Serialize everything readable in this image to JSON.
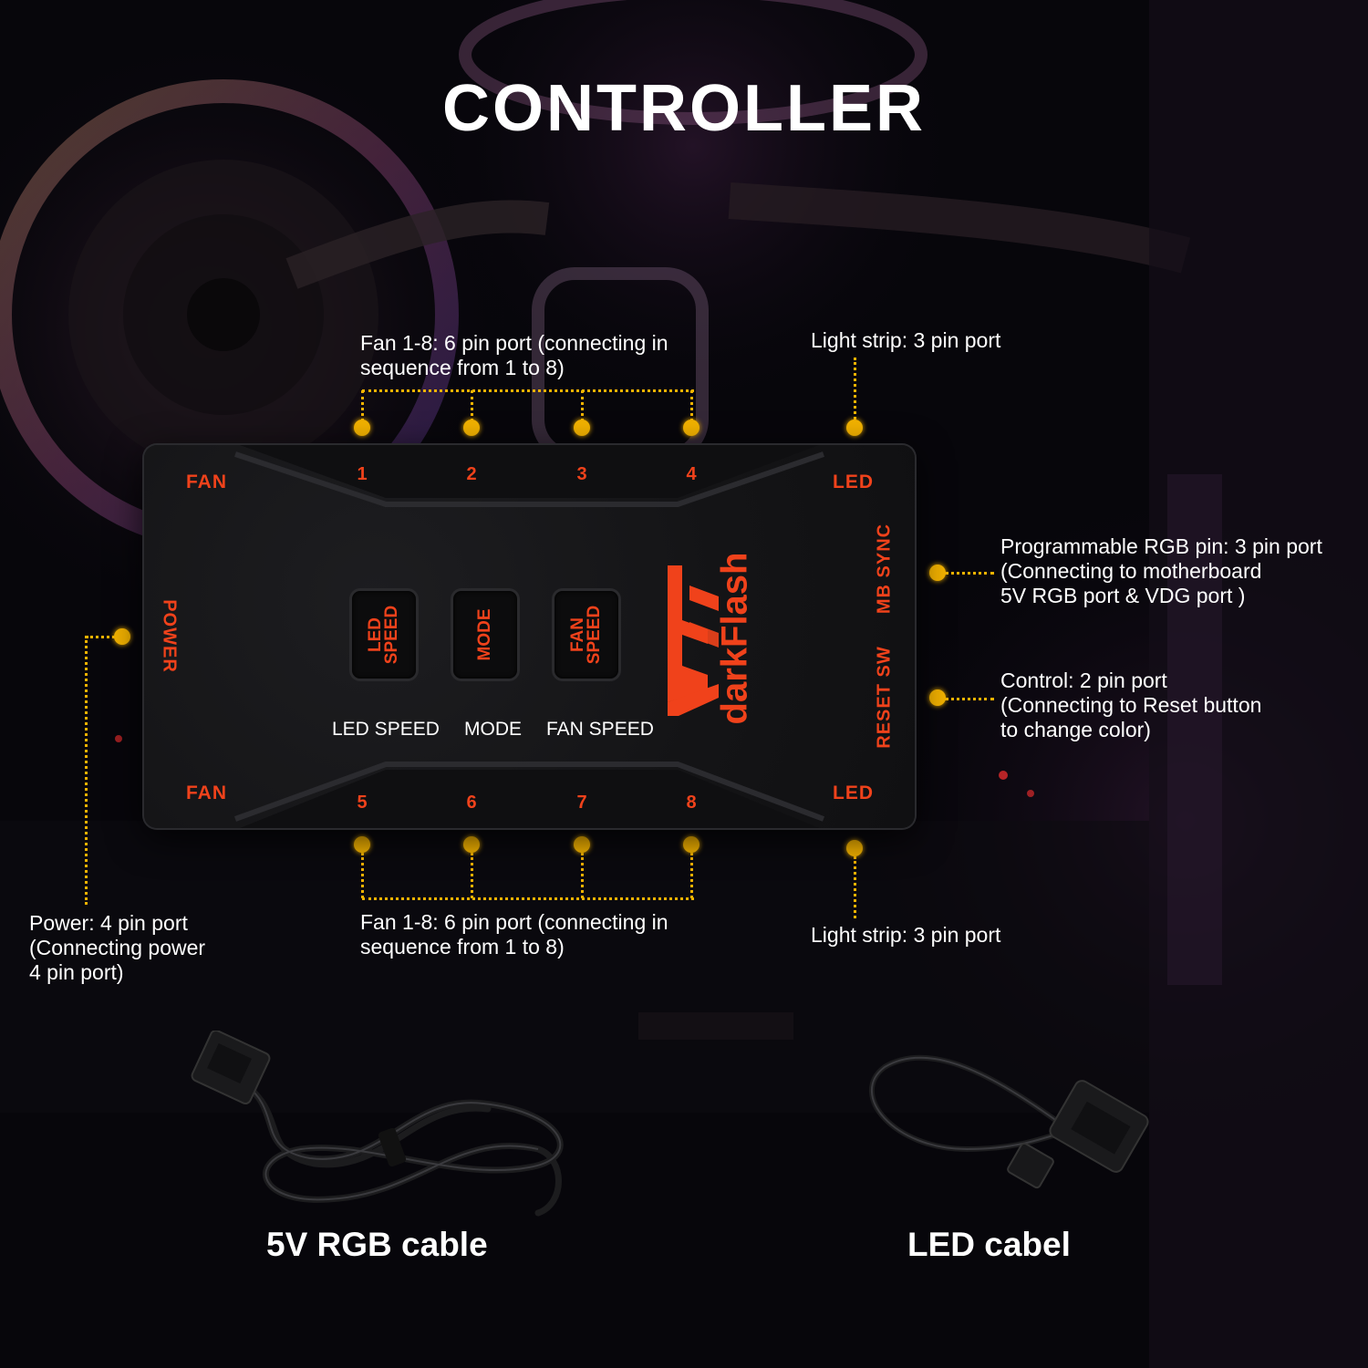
{
  "title": "CONTROLLER",
  "notes": {
    "fan_top": [
      "Fan 1-8: 6 pin port (connecting in",
      "sequence from 1 to 8)"
    ],
    "light_top": [
      "Light strip: 3 pin port"
    ],
    "mb_sync": [
      "Programmable RGB pin: 3 pin port",
      "(Connecting to motherboard",
      "5V RGB port & VDG port )"
    ],
    "control": [
      "Control: 2 pin port",
      "(Connecting to Reset button",
      "to change color)"
    ],
    "power": [
      "Power: 4 pin port",
      "(Connecting power",
      "4 pin port)"
    ],
    "fan_bottom": [
      "Fan 1-8: 6 pin port (connecting in",
      "sequence from 1 to 8)"
    ],
    "light_bottom": [
      "Light strip: 3 pin port"
    ]
  },
  "controller": {
    "fan_top": "FAN",
    "fan_bottom": "FAN",
    "led_top": "LED",
    "led_bottom": "LED",
    "power": "POWER",
    "mb_sync": "MB SYNC",
    "reset_sw": "RESET SW",
    "ports_top": [
      "1",
      "2",
      "3",
      "4"
    ],
    "ports_bottom": [
      "5",
      "6",
      "7",
      "8"
    ],
    "buttons": [
      {
        "line1": "LED",
        "line2": "SPEED",
        "label": "LED SPEED"
      },
      {
        "line1": "MODE",
        "line2": "",
        "label": "MODE"
      },
      {
        "line1": "FAN",
        "line2": "SPEED",
        "label": "FAN SPEED"
      }
    ],
    "brand": "darkFlash"
  },
  "cables": {
    "rgb": "5V RGB cable",
    "led": "LED cabel"
  },
  "colors": {
    "accent": "#f0421b",
    "pointer": "#f4b300",
    "text": "#ffffff",
    "background": "#07060b"
  }
}
